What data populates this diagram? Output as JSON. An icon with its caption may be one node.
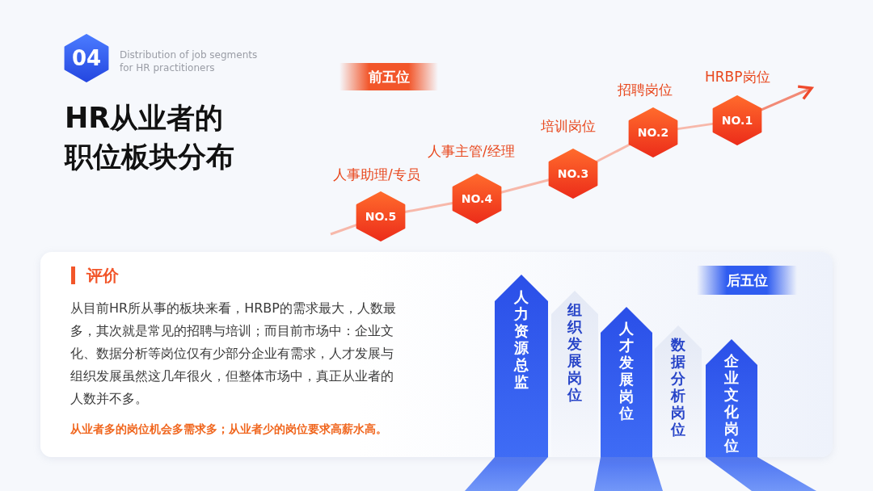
{
  "diagram": {
    "title": "HR从业者的职位板块分布",
    "nodes": [
      {
        "text": [
          "04"
        ]
      },
      {
        "text": [
          "前五位"
        ]
      },
      {
        "text": [
          "NO.5"
        ],
        "beside": [
          "人事助理/专员"
        ]
      },
      {
        "text": [
          "NO.4"
        ],
        "beside": [
          "人事主管/经理"
        ]
      },
      {
        "text": [
          "NO.3"
        ],
        "beside": [
          "培训岗位"
        ]
      },
      {
        "text": [
          "NO.2"
        ],
        "beside": [
          "招聘岗位"
        ]
      },
      {
        "text": [
          "NO.1"
        ],
        "beside": [
          "HRBP岗位"
        ]
      },
      {
        "text": [
          "评价",
          "从目前HR所从事的板块来看，HRBP的需求最大，人数最多，其次就是常见的招聘与培训；而目前市场中：企业文化、数据分析等岗位仅有少部分企业有需求，人才发展与组织发展虽然这几年很火，但整体市场中，真正从业者的人数并不多。",
          "从业者多的岗位机会多需求多；从业者少的岗位要求高薪水高。"
        ]
      },
      {
        "text": [
          "后五位"
        ],
        "in": 7
      },
      {
        "text": [
          "人力资源总监"
        ],
        "in": 7
      },
      {
        "text": [
          "组织发展岗位"
        ],
        "in": 7
      },
      {
        "text": [
          "人才发展岗位"
        ],
        "in": 7
      },
      {
        "text": [
          "数据分析岗位"
        ],
        "in": 7
      },
      {
        "text": [
          "企业文化岗位"
        ],
        "in": 7
      }
    ],
    "edges": [
      {
        "from": null,
        "to": 2,
        "arrow": "none"
      },
      {
        "from": 2,
        "to": 3,
        "arrow": "none"
      },
      {
        "from": 3,
        "to": 4,
        "arrow": "none"
      },
      {
        "from": 4,
        "to": 5,
        "arrow": "none"
      },
      {
        "from": 5,
        "to": 6,
        "arrow": "none"
      },
      {
        "from": 6,
        "to": null,
        "arrow": "to"
      }
    ],
    "labels": [
      "Distribution of job segments for HR practitioners"
    ]
  }
}
